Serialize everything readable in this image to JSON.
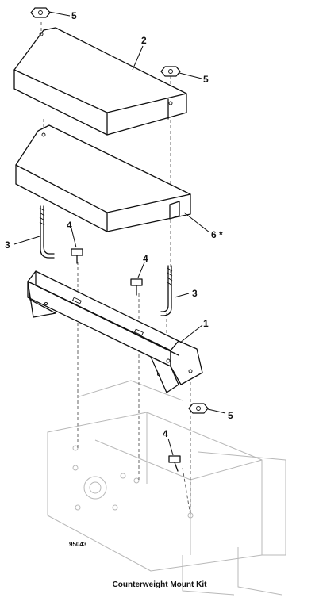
{
  "caption": "Counterweight Mount Kit",
  "drawing_number": "95043",
  "callouts": {
    "nut_top": "5",
    "weight_top": "2",
    "nut_right": "5",
    "hook_left": "3",
    "weight_bottom_tab": "6 *",
    "bolt_left": "4",
    "bolt_mid": "4",
    "hook_right": "3",
    "bracket": "1",
    "nut_lower": "5",
    "bolt_lower": "4"
  }
}
